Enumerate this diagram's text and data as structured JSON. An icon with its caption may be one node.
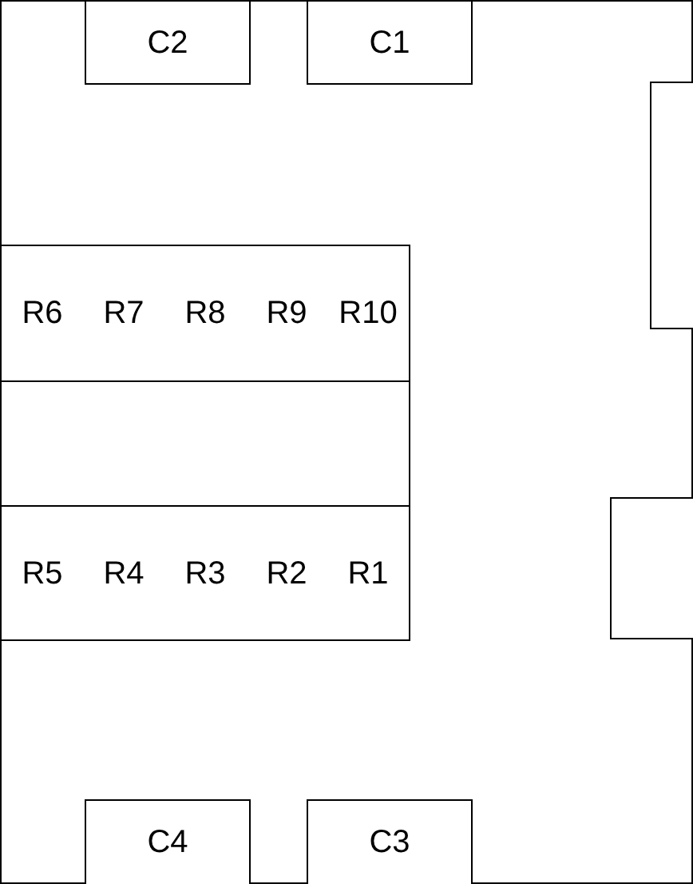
{
  "diagram": {
    "nodes": [
      {
        "text": [],
        "shape": "box"
      },
      {
        "text": [
          "C2"
        ],
        "in": 0
      },
      {
        "text": [
          "C1"
        ],
        "in": 0
      },
      {
        "text": [],
        "shape": "box",
        "in": 0
      },
      {
        "text": [
          "R6",
          "R7",
          "R8",
          "R9",
          "R10"
        ],
        "in": 0
      },
      {
        "text": [],
        "shape": "box",
        "in": 0
      },
      {
        "text": [],
        "shape": "box",
        "in": 0
      },
      {
        "text": [
          "R5",
          "R4",
          "R3",
          "R2",
          "R1"
        ],
        "in": 0
      },
      {
        "text": [
          "C4"
        ],
        "in": 0
      },
      {
        "text": [
          "C3"
        ],
        "in": 0
      }
    ],
    "edges": []
  }
}
